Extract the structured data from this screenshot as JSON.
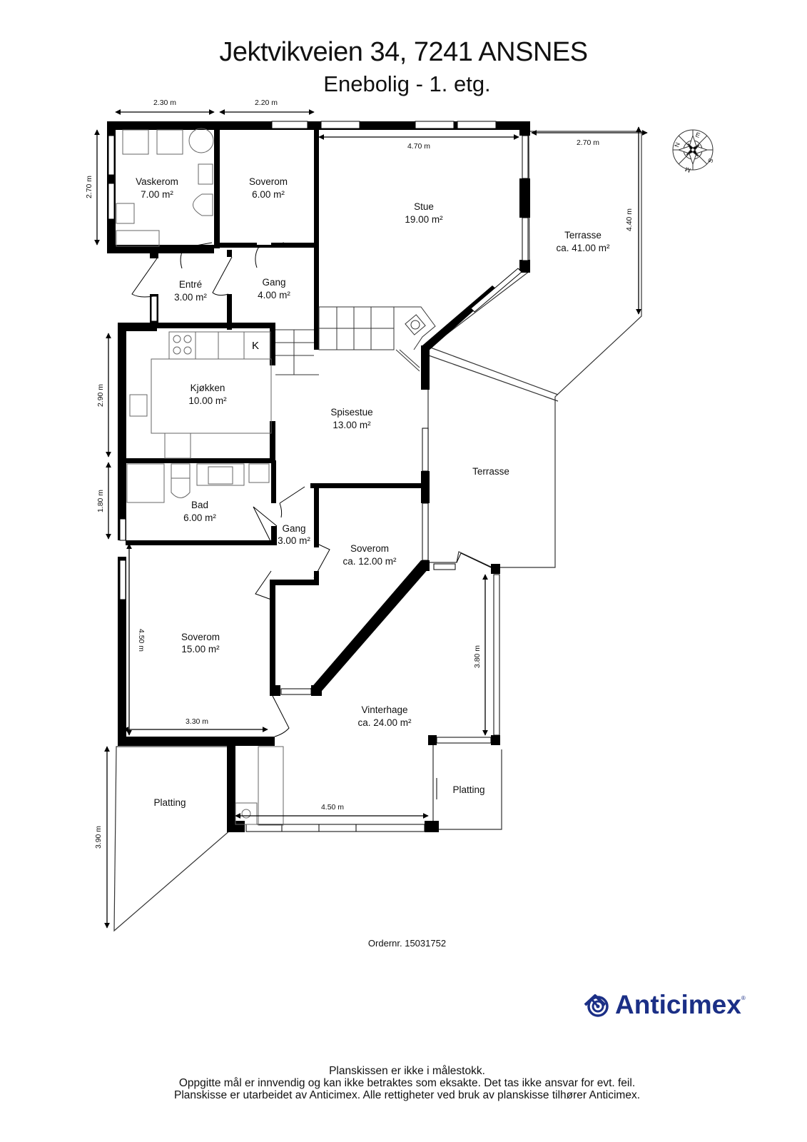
{
  "header": {
    "title": "Jektvikveien 34, 7241 ANSNES",
    "subtitle": "Enebolig - 1. etg."
  },
  "rooms": [
    {
      "name": "Vaskerom",
      "area": "7.00 m²"
    },
    {
      "name": "Soverom",
      "area": "6.00 m²"
    },
    {
      "name": "Stue",
      "area": "19.00 m²"
    },
    {
      "name": "Terrasse",
      "area": "ca. 41.00 m²"
    },
    {
      "name": "Entré",
      "area": "3.00 m²"
    },
    {
      "name": "Gang",
      "area": "4.00 m²"
    },
    {
      "name": "Kjøkken",
      "area": "10.00 m²"
    },
    {
      "name": "Spisestue",
      "area": "13.00 m²"
    },
    {
      "name": "Terrasse",
      "area": ""
    },
    {
      "name": "Bad",
      "area": "6.00 m²"
    },
    {
      "name": "Gang",
      "area": "3.00 m²"
    },
    {
      "name": "Soverom",
      "area": "ca. 12.00 m²"
    },
    {
      "name": "Soverom",
      "area": "15.00 m²"
    },
    {
      "name": "Vinterhage",
      "area": "ca. 24.00 m²"
    },
    {
      "name": "Platting",
      "area": ""
    },
    {
      "name": "Platting",
      "area": ""
    }
  ],
  "dimensions": {
    "top_left": "2.30 m",
    "top_mid": "2.20 m",
    "stue_width": "4.70 m",
    "terrasse_width": "2.70 m",
    "terrasse_height": "4.40 m",
    "vaskerom_height": "2.70 m",
    "kjokken_height": "2.90 m",
    "bad_height": "1.80 m",
    "soverom_height": "4.50 m",
    "soverom_width": "3.30 m",
    "vinterhage_height": "3.80 m",
    "vinterhage_width": "4.50 m",
    "platting_height": "3.90 m"
  },
  "labels": {
    "kitchen_k": "K"
  },
  "compass": {
    "n": "N",
    "e": "E",
    "s": "S",
    "w": "M"
  },
  "order": "Ordernr. 15031752",
  "logo": {
    "text": "Anticimex",
    "reg": "®",
    "color": "#1b2f86"
  },
  "footer": {
    "line1": "Planskissen er ikke i målestokk.",
    "line2": "Oppgitte mål er innvendig og kan ikke betraktes som eksakte. Det tas ikke ansvar for evt. feil.",
    "line3": "Planskisse er utarbeidet av Anticimex. Alle rettigheter ved bruk av planskisse tilhører Anticimex."
  }
}
